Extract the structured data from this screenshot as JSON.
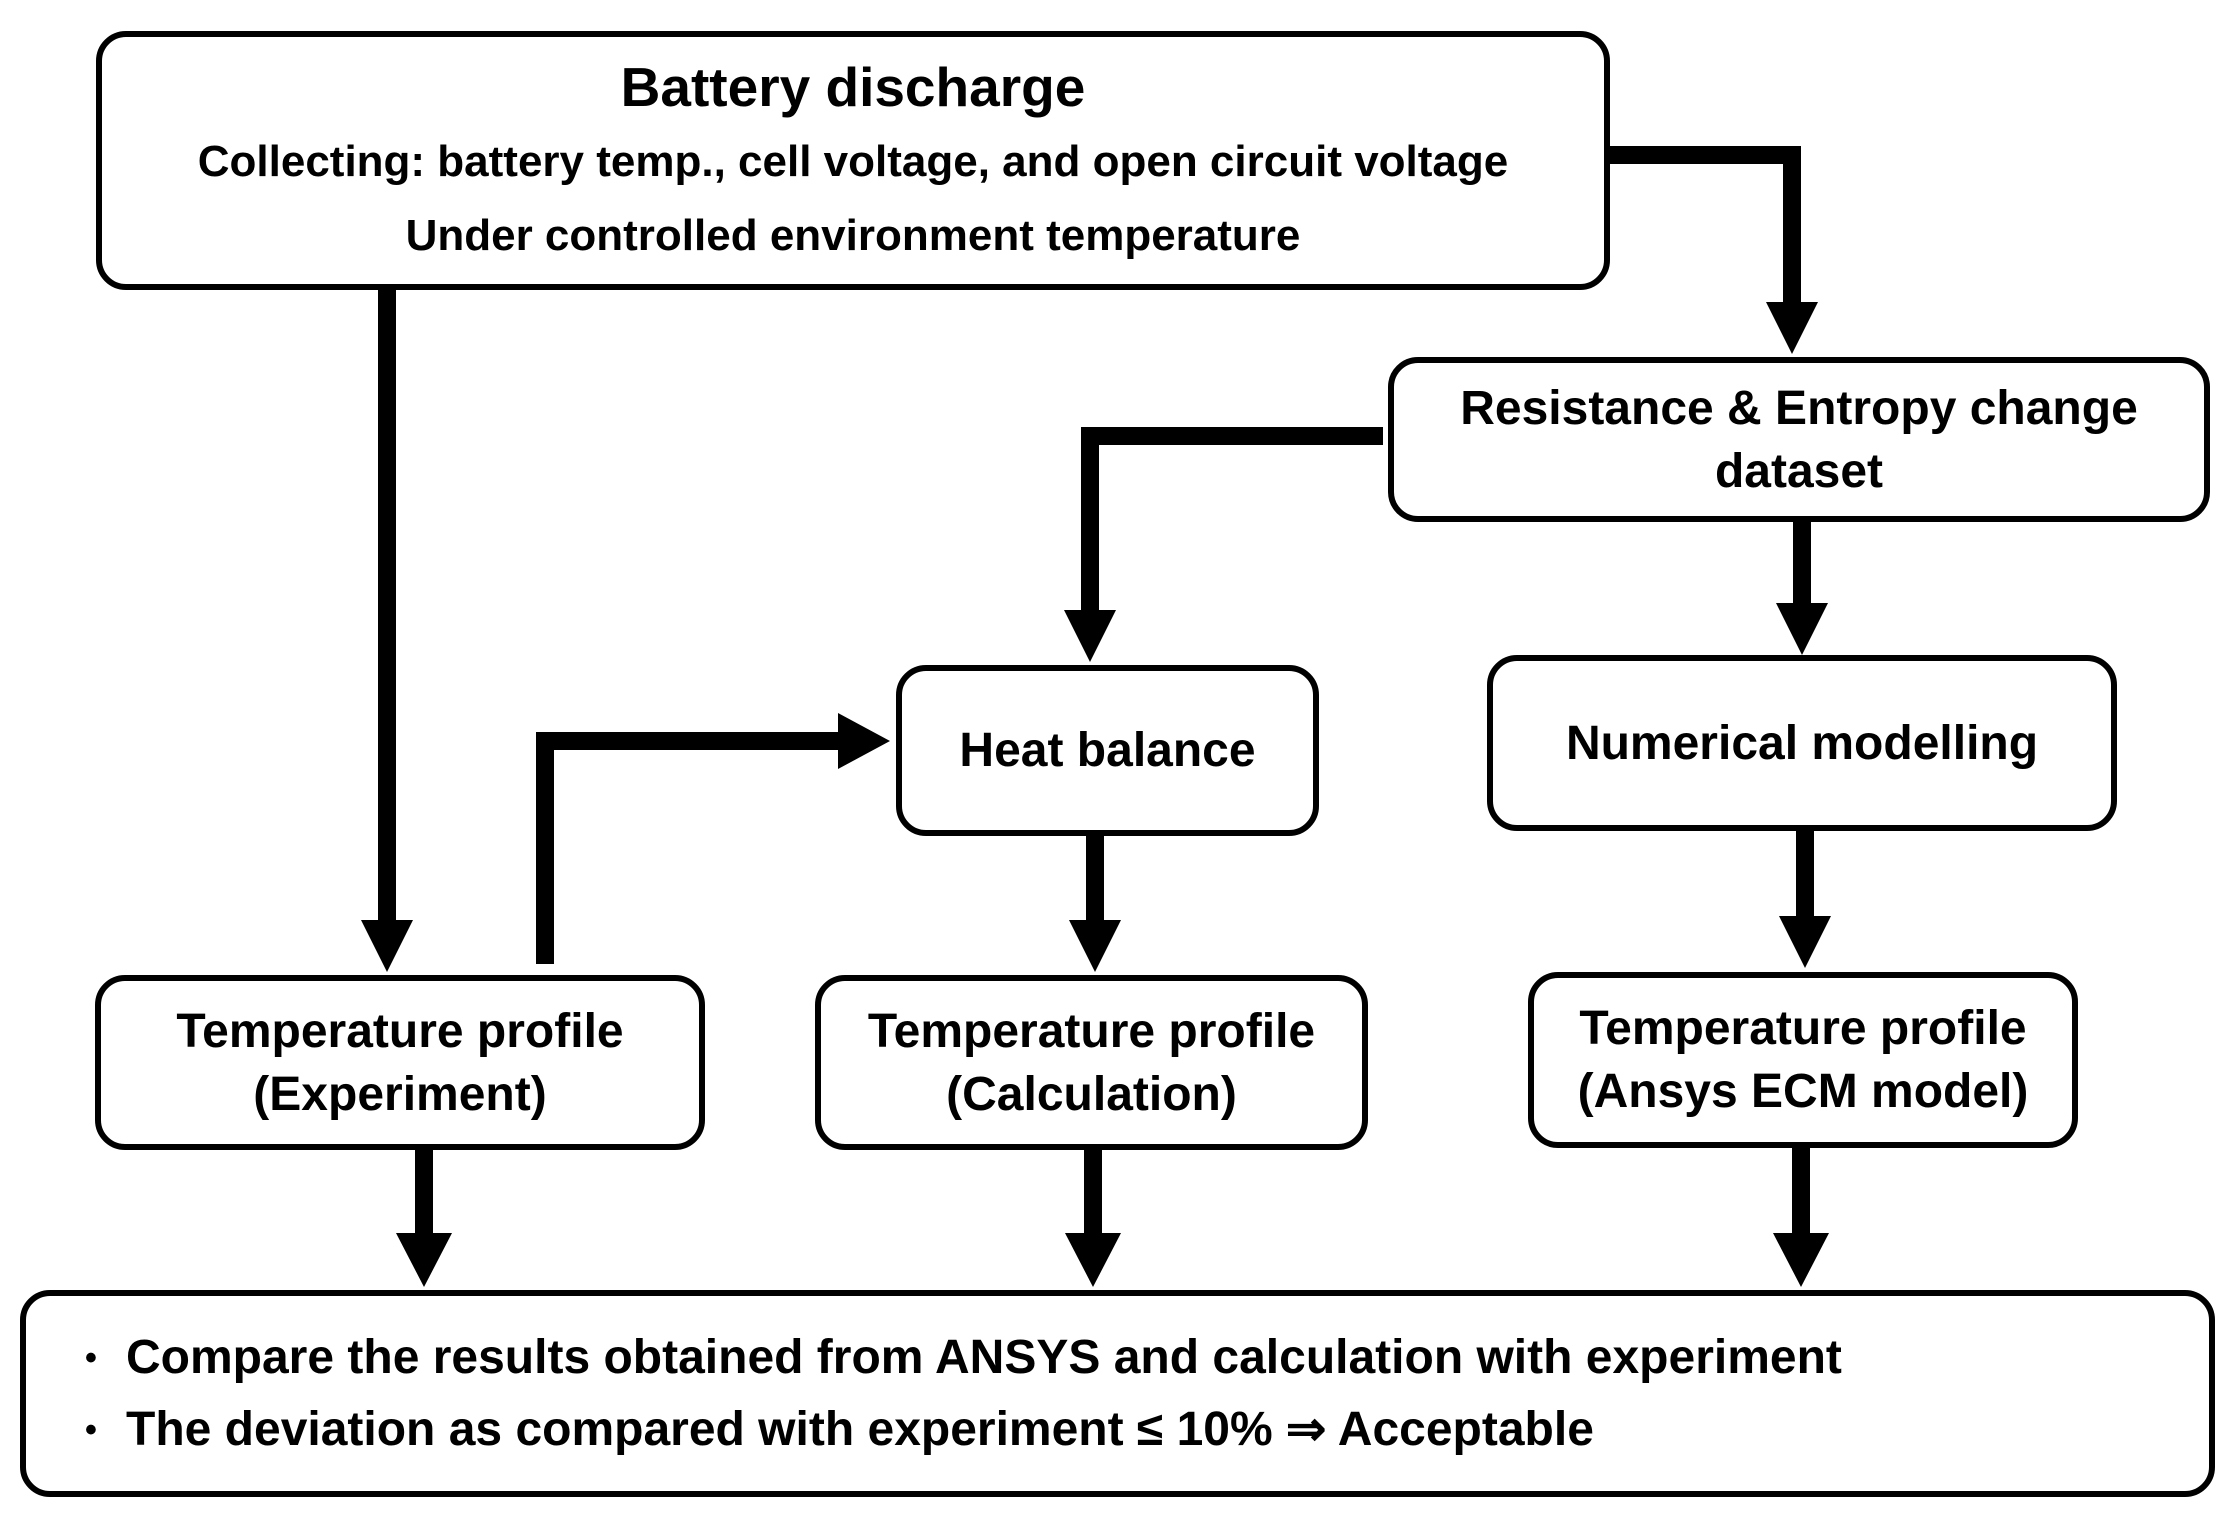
{
  "colors": {
    "stroke": "#000000",
    "background": "#ffffff"
  },
  "nodes": {
    "battery": {
      "title": "Battery discharge",
      "line1": "Collecting: battery temp., cell voltage, and open circuit voltage",
      "line2": "Under controlled environment temperature"
    },
    "resistance": {
      "line1": "Resistance & Entropy change",
      "line2": "dataset"
    },
    "heat_balance": {
      "label": "Heat balance"
    },
    "numerical": {
      "label": "Numerical modelling"
    },
    "temp_experiment": {
      "line1": "Temperature profile",
      "line2": "(Experiment)"
    },
    "temp_calculation": {
      "line1": "Temperature profile",
      "line2": "(Calculation)"
    },
    "temp_ansys": {
      "line1": "Temperature profile",
      "line2": "(Ansys ECM model)"
    },
    "compare": {
      "bullets": [
        "Compare the results obtained from ANSYS and calculation with experiment",
        "The deviation as compared with experiment ≤  10%  ⇒ Acceptable"
      ],
      "bullet_symbol": "•"
    }
  },
  "edges": [
    {
      "from": "battery",
      "to": "temp_experiment"
    },
    {
      "from": "battery",
      "to": "resistance"
    },
    {
      "from": "resistance",
      "to": "heat_balance"
    },
    {
      "from": "resistance",
      "to": "numerical"
    },
    {
      "from": "temp_experiment",
      "to": "heat_balance"
    },
    {
      "from": "heat_balance",
      "to": "temp_calculation"
    },
    {
      "from": "numerical",
      "to": "temp_ansys"
    },
    {
      "from": "temp_experiment",
      "to": "compare"
    },
    {
      "from": "temp_calculation",
      "to": "compare"
    },
    {
      "from": "temp_ansys",
      "to": "compare"
    }
  ]
}
